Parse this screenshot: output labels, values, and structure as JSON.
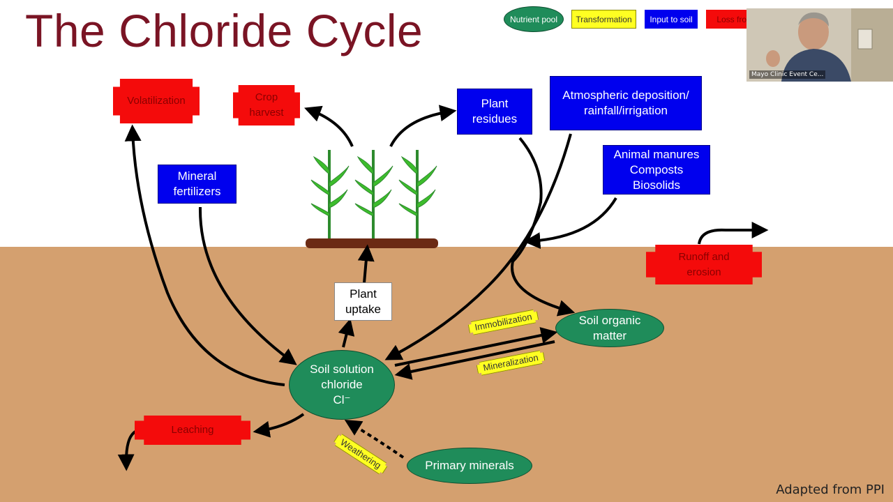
{
  "slide": {
    "title": "The Chloride Cycle",
    "credit": "Adapted from PPI"
  },
  "legend": {
    "nutrient_pool": "Nutrient pool",
    "transformation": "Transformation",
    "input_to_soil": "Input to soil",
    "loss_from": "Loss fro"
  },
  "nodes": {
    "volatilization": "Volatilization",
    "crop_harvest": "Crop\nharvest",
    "plant_residues": "Plant\nresidues",
    "atmospheric": "Atmospheric deposition/\nrainfall/irrigation",
    "mineral_fertilizers": "Mineral\nfertilizers",
    "animal_manures": "Animal manures\nComposts\nBiosolids",
    "runoff": "Runoff and\nerosion",
    "plant_uptake": "Plant\nuptake",
    "soil_organic": "Soil organic\nmatter",
    "immobilization": "Immobilization",
    "mineralization": "Mineralization",
    "soil_solution": "Soil solution\nchloride\nCl⁻",
    "leaching": "Leaching",
    "weathering": "Weathering",
    "primary_minerals": "Primary minerals"
  },
  "webcam": {
    "label": "Mayo Clinic Event Ce..."
  },
  "colors": {
    "title": "#7a1424",
    "input_box": "#0000ee",
    "loss_tag": "#f40b0b",
    "pool_ellipse": "#1f8c5a",
    "transformation_tag": "#ffff22",
    "soil": "#d4a06f"
  }
}
